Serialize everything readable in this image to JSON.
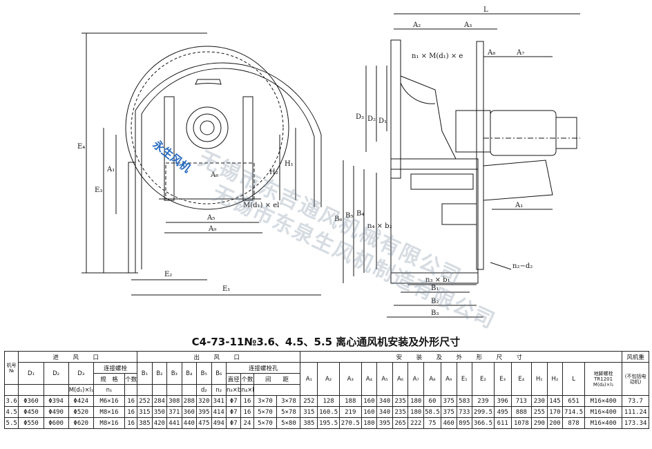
{
  "drawing": {
    "labels": {
      "L": "L",
      "A2": "A₂",
      "A3": "A₃",
      "A8": "A₈",
      "A7": "A₇",
      "A1_right": "A₁",
      "bolt_top": "n₁ × M(d₁) × e",
      "D3": "D₃",
      "D2": "D₂",
      "D1": "D₁",
      "E4": "E₄",
      "E3": "E₃",
      "A1_left": "A₁",
      "A6": "A₆",
      "H1": "H₁",
      "H2": "H₂",
      "mdl": "M(d₁) × el",
      "A5": "A₅",
      "A9": "A₉",
      "E2": "E₂",
      "E1": "E₁",
      "B6": "B₆",
      "B5": "B₅",
      "B4": "B₄",
      "n4b2": "n₄ × b₂",
      "n2d2": "n₂−d₂",
      "n3b1": "n₃ × b₁",
      "B1": "B₁",
      "B2": "B₂",
      "B3": "B₃"
    },
    "logo": "永生风机",
    "watermark_1": "无锡市东吉通风机械有限公司",
    "watermark_2": "无锡市东泉生风机制造有限公司"
  },
  "table": {
    "title": "C4-73-11№3.6、4.5、5.5 离心通风机安装及外形尺寸",
    "groups": {
      "machine_no": "机号№",
      "inlet": "进　风　口",
      "outlet": "出　风　口",
      "install": "安　装　及　外　形　尺　寸",
      "weight": "风机重"
    },
    "inlet_bolt": "连接螺栓",
    "spec": "规　格",
    "count": "个数",
    "outlet_hole": "连接螺栓孔",
    "diameter": "直径",
    "pitch": "间　　距",
    "foot_bolt": "地脚螺栓 TR1201 M(d₄)×l₁",
    "no_motor": "(不包括电动机)",
    "sub_labels": {
      "d1": "D₁",
      "d2": "D₂",
      "d3": "D₃",
      "mdl1": "M(d₁)×l₁",
      "n1": "n₁",
      "b1": "B₁",
      "b2": "B₂",
      "b3": "B₃",
      "b4": "B₄",
      "b5": "B₅",
      "b6": "B₆",
      "d2s": "d₂",
      "n2": "n₂",
      "n3b1": "n₃×b₁",
      "n4b2": "n₄×b₂",
      "a1": "A₁",
      "a2": "A₂",
      "a3": "A₃",
      "a4": "A₄",
      "a5": "A₅",
      "a6": "A₆",
      "a7": "A₇",
      "a8": "A₈",
      "a9": "A₉",
      "e1": "E₁",
      "e2": "E₂",
      "e3": "E₃",
      "e4": "E₄",
      "h1": "H₁",
      "h2": "H₂",
      "l": "L"
    },
    "rows": [
      [
        "3.6",
        "Φ360",
        "Φ394",
        "Φ424",
        "M6×16",
        "16",
        "252",
        "284",
        "308",
        "288",
        "320",
        "341",
        "Φ7",
        "16",
        "3×70",
        "3×78",
        "252",
        "128",
        "188",
        "160",
        "340",
        "235",
        "180",
        "60",
        "375",
        "583",
        "239",
        "396",
        "713",
        "230",
        "145",
        "651",
        "M16×400",
        "73.7"
      ],
      [
        "4.5",
        "Φ450",
        "Φ490",
        "Φ520",
        "M8×16",
        "16",
        "315",
        "350",
        "371",
        "360",
        "395",
        "414",
        "Φ7",
        "16",
        "5×70",
        "5×78",
        "315",
        "160.5",
        "219",
        "160",
        "340",
        "235",
        "180",
        "58.5",
        "375",
        "733",
        "299.5",
        "495",
        "888",
        "255",
        "170",
        "714.5",
        "M16×400",
        "111.24"
      ],
      [
        "5.5",
        "Φ550",
        "Φ600",
        "Φ620",
        "M8×16",
        "16",
        "385",
        "420",
        "441",
        "440",
        "475",
        "494",
        "Φ7",
        "24",
        "5×70",
        "5×80",
        "385",
        "195.5",
        "270.5",
        "180",
        "395",
        "265",
        "222",
        "75",
        "460",
        "895",
        "366.5",
        "611",
        "1078",
        "290",
        "200",
        "878",
        "M16×400",
        "173.34"
      ]
    ]
  }
}
